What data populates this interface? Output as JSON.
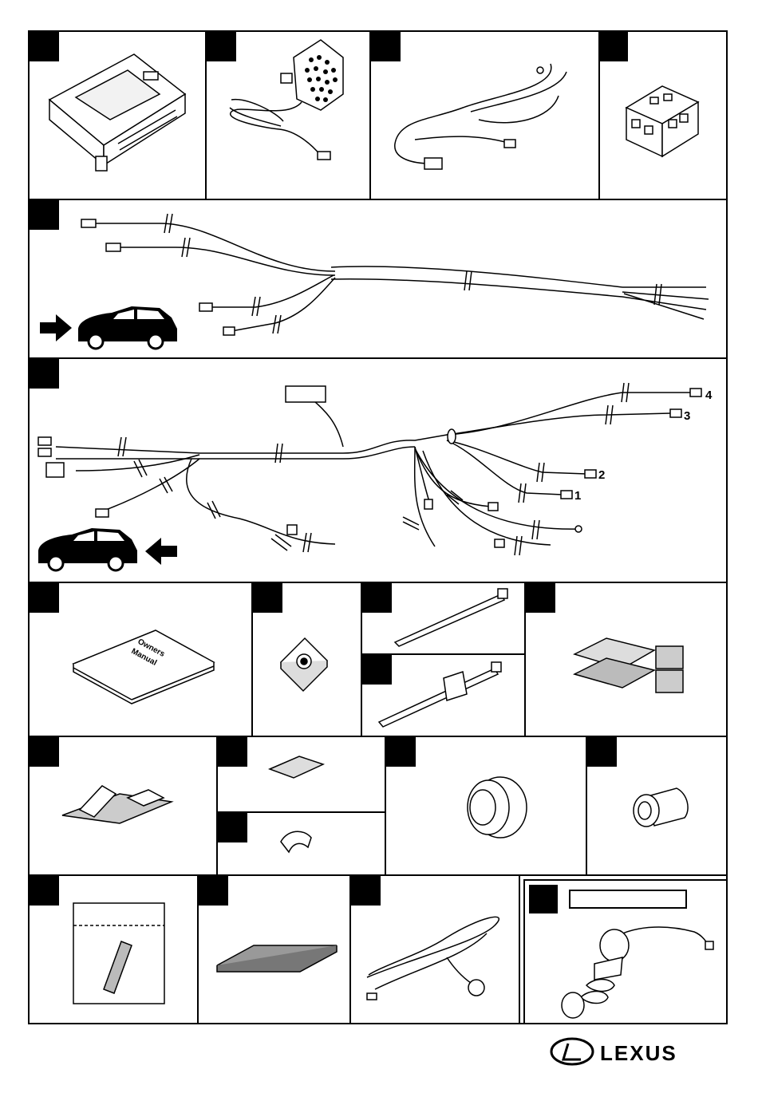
{
  "wire_labels": {
    "w1": "1",
    "w2": "2",
    "w3": "3",
    "w4": "4"
  },
  "manual_cover": {
    "line1": "Owners",
    "line2": "Manual"
  },
  "brand": {
    "name": "LEXUS"
  },
  "icons": {
    "arrow_right": "arrow-right-icon",
    "arrow_left": "arrow-left-icon",
    "vehicle": "car-icon",
    "brand_logo": "lexus-logo-icon"
  }
}
